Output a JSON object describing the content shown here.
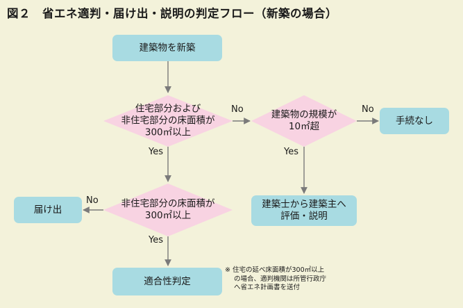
{
  "title": "図２　省エネ適判・届け出・説明の判定フロー（新築の場合）",
  "nodes": {
    "start": "建築物を新築",
    "decision1": [
      "住宅部分および",
      "非住宅部分の床面積が",
      "300㎡以上"
    ],
    "decision2": [
      "建築物の規模が",
      "10㎡超"
    ],
    "no_procedure": "手続なし",
    "explain": [
      "建築士から建築主へ",
      "評価・説明"
    ],
    "decision3": [
      "非住宅部分の床面積が",
      "300㎡以上"
    ],
    "notify": "届け出",
    "conformity": "適合性判定"
  },
  "labels": {
    "no1": "No",
    "no2": "No",
    "no3": "No",
    "yes1": "Yes",
    "yes2": "Yes",
    "yes3": "Yes"
  },
  "note": {
    "mark": "※",
    "line1": "住宅の延べ床面積が300㎡以上",
    "line2": "の場合、適判機関は所管行政庁",
    "line3": "へ省エネ計画書を送付"
  },
  "colors": {
    "background": "#f3f2da",
    "process_box": "#a8dbe2",
    "decision": "#f8d3e2",
    "arrow": "#7a7a7a"
  }
}
